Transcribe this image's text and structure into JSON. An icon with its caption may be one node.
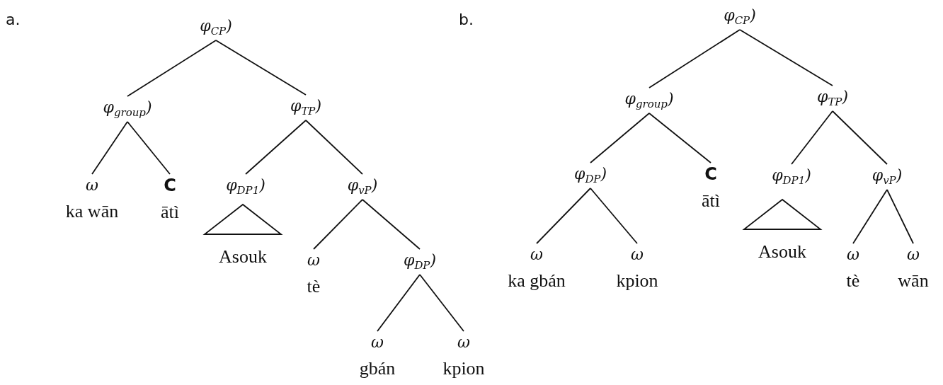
{
  "diagram": {
    "nodes": [
      {
        "text": [
          "φ$_{CP}$)"
        ]
      },
      {
        "text": [
          "φ$_{group}$)"
        ]
      },
      {
        "text": [
          "φ$_{TP}$)"
        ]
      },
      {
        "text": [
          "ω",
          "ka wān"
        ]
      },
      {
        "text": [
          "**C**",
          "ātì"
        ]
      },
      {
        "text": [
          "φ$_{DP1}$)"
        ]
      },
      {
        "text": [],
        "shape": "triangle",
        "beside": [
          "Asouk"
        ]
      },
      {
        "text": [
          "φ$_{vP}$)"
        ]
      },
      {
        "text": [
          "ω",
          "tè"
        ]
      },
      {
        "text": [
          "φ$_{DP}$)"
        ]
      },
      {
        "text": [
          "ω",
          "gbán"
        ]
      },
      {
        "text": [
          "ω",
          "kpion"
        ]
      },
      {
        "text": [
          "φ$_{CP}$)"
        ]
      },
      {
        "text": [
          "φ$_{group}$)"
        ]
      },
      {
        "text": [
          "φ$_{TP}$)"
        ]
      },
      {
        "text": [
          "φ$_{DP}$)"
        ]
      },
      {
        "text": [
          "**C**",
          "ātì"
        ]
      },
      {
        "text": [
          "φ$_{DP1}$)"
        ]
      },
      {
        "text": [],
        "shape": "triangle",
        "beside": [
          "Asouk"
        ]
      },
      {
        "text": [
          "φ$_{vP}$)"
        ]
      },
      {
        "text": [
          "ω",
          "ka gbán"
        ]
      },
      {
        "text": [
          "ω",
          "kpion"
        ]
      },
      {
        "text": [
          "ω",
          "tè"
        ]
      },
      {
        "text": [
          "ω",
          "wān"
        ]
      }
    ],
    "edges": [
      {
        "from": 0,
        "to": 1,
        "arrow": "none"
      },
      {
        "from": 0,
        "to": 2,
        "arrow": "none"
      },
      {
        "from": 1,
        "to": 3,
        "arrow": "none"
      },
      {
        "from": 1,
        "to": 4,
        "arrow": "none"
      },
      {
        "from": 2,
        "to": 5,
        "arrow": "none"
      },
      {
        "from": 2,
        "to": 7,
        "arrow": "none"
      },
      {
        "from": 7,
        "to": 8,
        "arrow": "none"
      },
      {
        "from": 7,
        "to": 9,
        "arrow": "none"
      },
      {
        "from": 9,
        "to": 10,
        "arrow": "none"
      },
      {
        "from": 9,
        "to": 11,
        "arrow": "none"
      },
      {
        "from": 12,
        "to": 13,
        "arrow": "none"
      },
      {
        "from": 12,
        "to": 14,
        "arrow": "none"
      },
      {
        "from": 13,
        "to": 15,
        "arrow": "none"
      },
      {
        "from": 13,
        "to": 16,
        "arrow": "none"
      },
      {
        "from": 14,
        "to": 17,
        "arrow": "none"
      },
      {
        "from": 14,
        "to": 19,
        "arrow": "none"
      },
      {
        "from": 15,
        "to": 20,
        "arrow": "none"
      },
      {
        "from": 15,
        "to": 21,
        "arrow": "none"
      },
      {
        "from": 19,
        "to": 22,
        "arrow": "none"
      },
      {
        "from": 19,
        "to": 23,
        "arrow": "none"
      }
    ],
    "labels": [
      "a.",
      "b."
    ]
  }
}
